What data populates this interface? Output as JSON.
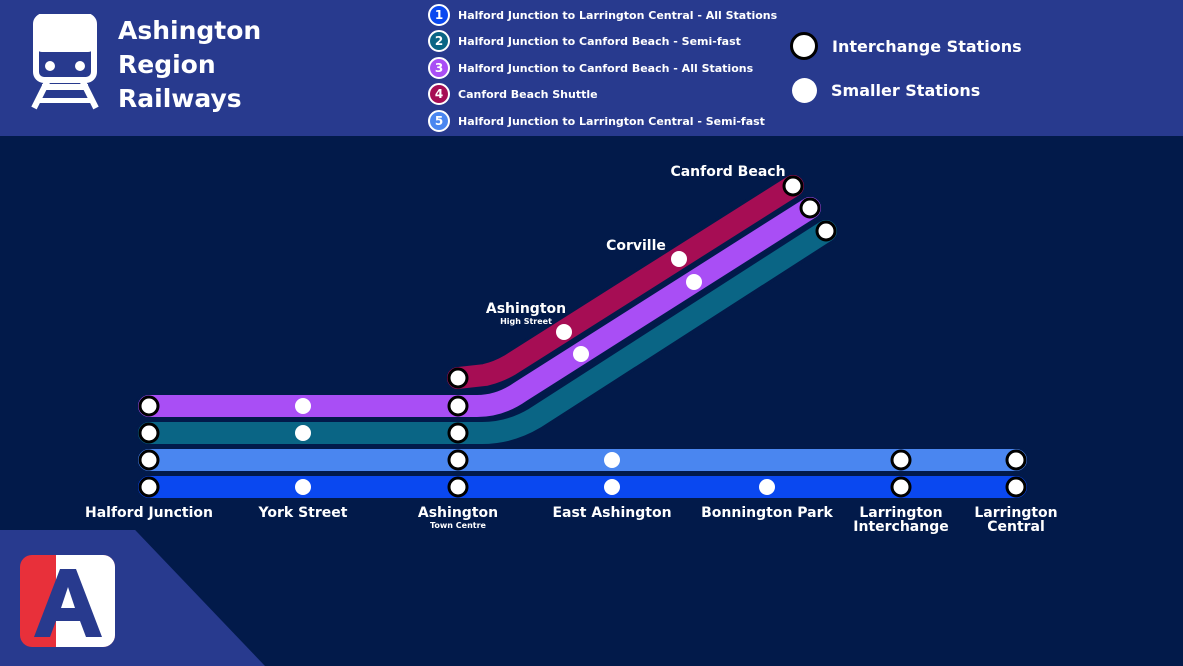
{
  "header": {
    "brand_lines": [
      "Ashington",
      "Region",
      "Railways"
    ]
  },
  "legend": [
    {
      "number": "1",
      "label": "Halford Junction to Larrington Central - All Stations",
      "color": "#0a48f0"
    },
    {
      "number": "2",
      "label": "Halford Junction to Canford Beach - Semi-fast",
      "color": "#0a6585"
    },
    {
      "number": "3",
      "label": "Halford Junction to Canford Beach - All Stations",
      "color": "#a94ef5"
    },
    {
      "number": "4",
      "label": "Canford Beach Shuttle",
      "color": "#a60d54"
    },
    {
      "number": "5",
      "label": "Halford Junction to Larrington Central - Semi-fast",
      "color": "#4a86f0"
    }
  ],
  "key": {
    "interchange_label": "Interchange Stations",
    "smaller_label": "Smaller Stations"
  },
  "stations": {
    "halford_junction": "Halford Junction",
    "york_street": "York Street",
    "ashington_town_centre": "Ashington",
    "ashington_town_centre_sub": "Town Centre",
    "east_ashington": "East Ashington",
    "bonnington_park": "Bonnington Park",
    "larrington_interchange_1": "Larrington",
    "larrington_interchange_2": "Interchange",
    "larrington_central_1": "Larrington",
    "larrington_central_2": "Central",
    "ashington_high_street": "Ashington",
    "ashington_high_street_sub": "High Street",
    "corville": "Corville",
    "canford_beach": "Canford Beach"
  },
  "app_logo": {
    "letter": "A",
    "color": "#e8303a"
  }
}
